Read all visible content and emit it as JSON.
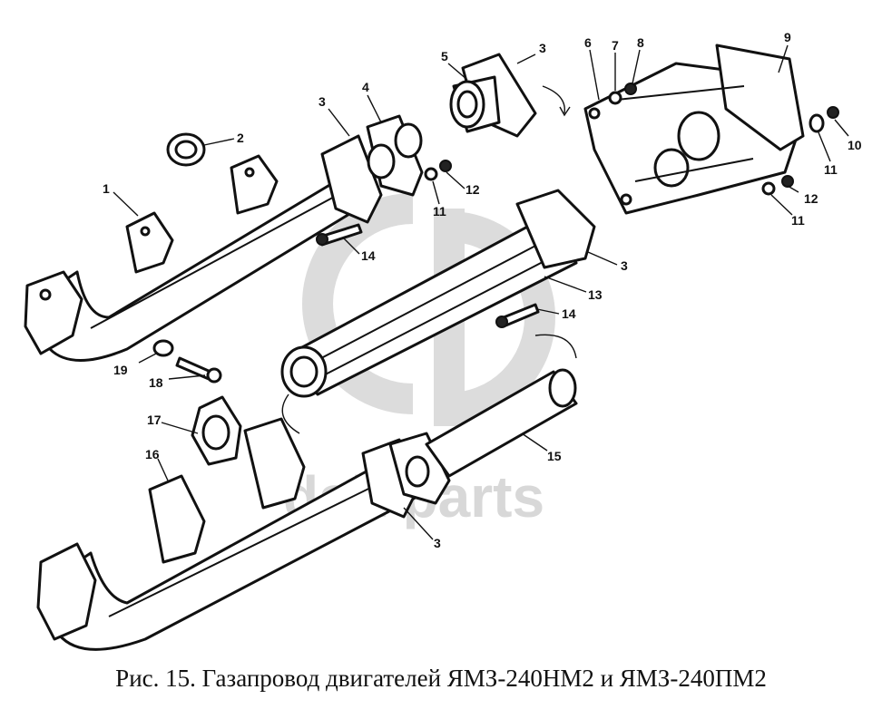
{
  "figure": {
    "caption": "Рис. 15. Газапровод двигателей ЯМЗ-240НМ2 и ЯМЗ-240ПМ2",
    "watermark": "dalt parts",
    "callouts": [
      "1",
      "2",
      "3",
      "3",
      "3",
      "3",
      "4",
      "5",
      "6",
      "7",
      "8",
      "9",
      "10",
      "11",
      "11",
      "11",
      "12",
      "12",
      "13",
      "14",
      "14",
      "15",
      "16",
      "17",
      "18",
      "19"
    ]
  }
}
